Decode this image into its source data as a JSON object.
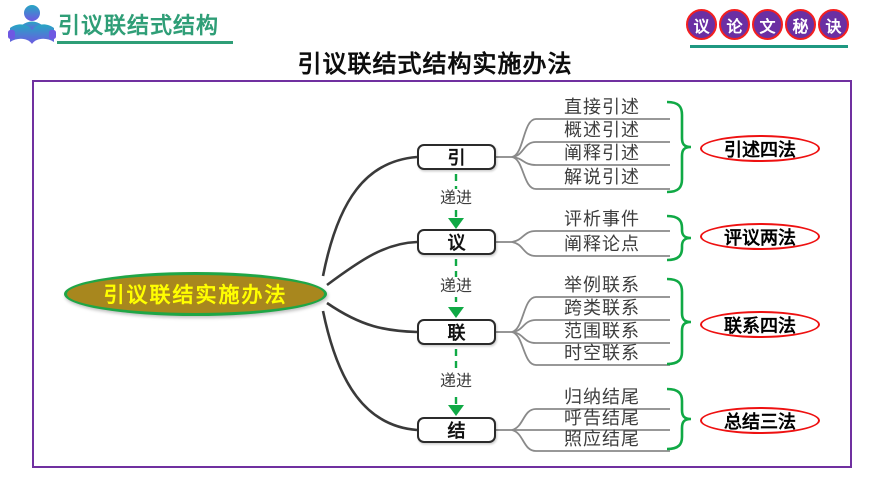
{
  "header": {
    "brand": "引议联结式结构",
    "logo_icon": "reading-person-with-book",
    "badge_chars": [
      "议",
      "论",
      "文",
      "秘",
      "诀"
    ]
  },
  "title": "引议联结式结构实施办法",
  "diagram": {
    "root": "引议联结实施办法",
    "progression_label": "递进",
    "nodes": [
      {
        "label": "引",
        "items": [
          "直接引述",
          "概述引述",
          "阐释引述",
          "解说引述"
        ],
        "summary": "引述四法"
      },
      {
        "label": "议",
        "items": [
          "评析事件",
          "阐释论点"
        ],
        "summary": "评议两法"
      },
      {
        "label": "联",
        "items": [
          "举例联系",
          "跨类联系",
          "范围联系",
          "时空联系"
        ],
        "summary": "联系四法"
      },
      {
        "label": "结",
        "items": [
          "归纳结尾",
          "呼告结尾",
          "照应结尾"
        ],
        "summary": "总结三法"
      }
    ]
  },
  "colors": {
    "accent_green": "#10A945",
    "board_border_purple": "#7030A0",
    "root_fill_gold": "#A8871E",
    "root_text_yellow": "#FFFF00",
    "summary_border_red": "#EE1111",
    "badge_fill_purple": "#6B2FA3",
    "badge_border_red": "#F32020",
    "brand_green": "#2F9E77",
    "line_gray": "#8a8a8a",
    "curve_dark": "#3a3a3a"
  }
}
